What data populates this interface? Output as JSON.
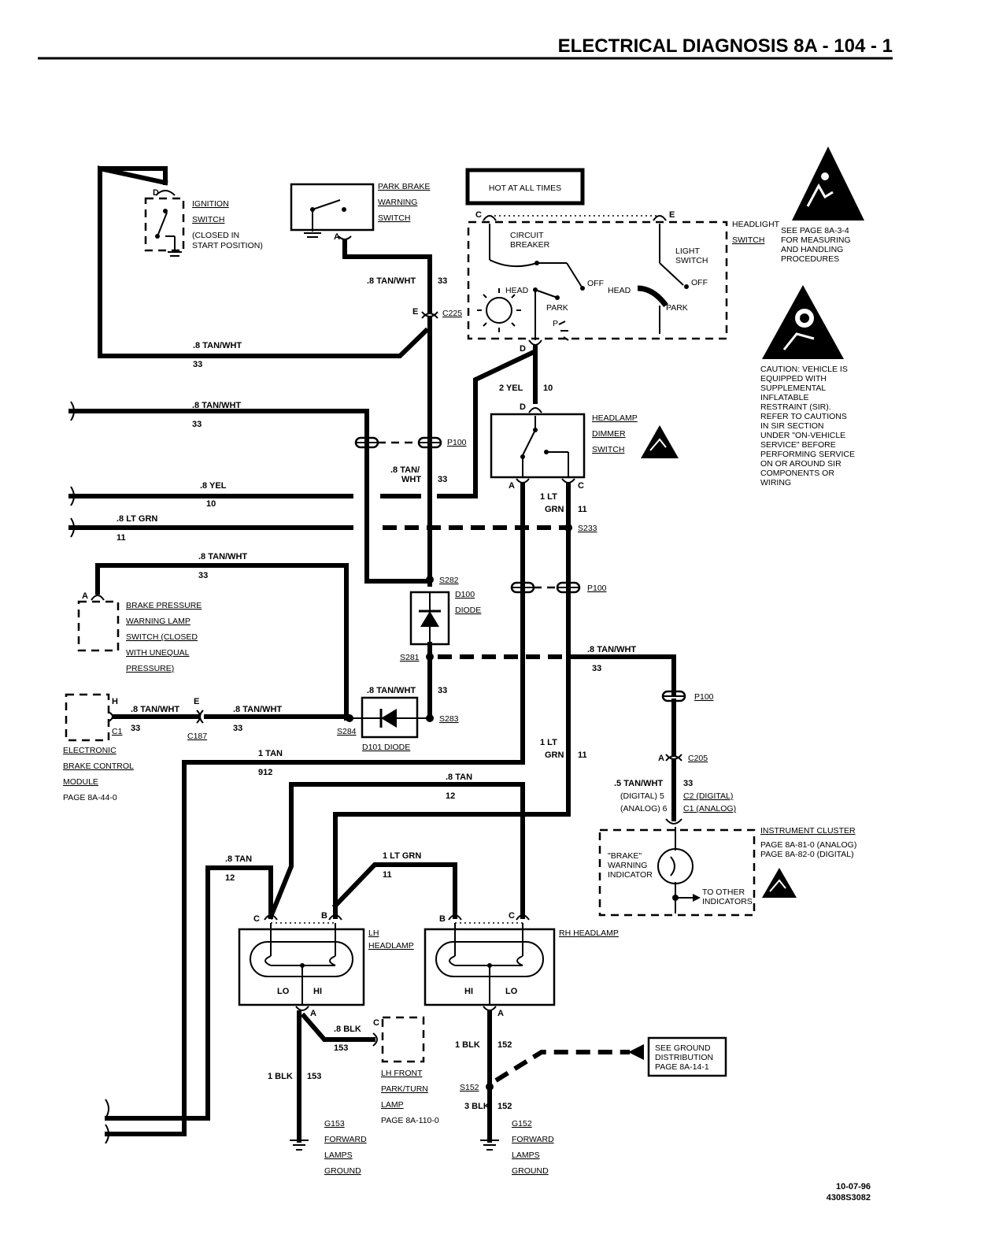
{
  "header": {
    "title": "ELECTRICAL DIAGNOSIS 8A - 104 - 1"
  },
  "hot_box": "HOT AT ALL TIMES",
  "components": {
    "ignition_switch": [
      "IGNITION",
      "SWITCH",
      "(CLOSED IN",
      "START POSITION)"
    ],
    "park_brake": [
      "PARK BRAKE",
      "WARNING",
      "SWITCH"
    ],
    "headlight_switch": [
      "HEADLIGHT",
      "SWITCH"
    ],
    "circuit_breaker": [
      "CIRCUIT",
      "BREAKER"
    ],
    "light_switch": [
      "LIGHT",
      "SWITCH"
    ],
    "dimmer": [
      "HEADLAMP",
      "DIMMER",
      "SWITCH"
    ],
    "diode_d100": [
      "D100",
      "DIODE"
    ],
    "diode_d101": "D101 DIODE",
    "brake_pressure": [
      "BRAKE PRESSURE",
      "WARNING LAMP",
      "SWITCH (CLOSED",
      "WITH UNEQUAL",
      "PRESSURE)"
    ],
    "ebcm": [
      "ELECTRONIC",
      "BRAKE CONTROL",
      "MODULE",
      "PAGE 8A-44-0"
    ],
    "instrument_cluster": [
      "INSTRUMENT CLUSTER",
      "PAGE 8A-81-0 (ANALOG)",
      "PAGE 8A-82-0 (DIGITAL)"
    ],
    "brake_indicator": [
      "\"BRAKE\"",
      "WARNING",
      "INDICATOR"
    ],
    "other_indicators": [
      "TO OTHER",
      "INDICATORS"
    ],
    "lh_headlamp": [
      "LH",
      "HEADLAMP"
    ],
    "rh_headlamp": "RH HEADLAMP",
    "lh_park": [
      "LH FRONT",
      "PARK/TURN",
      "LAMP",
      "PAGE 8A-110-0"
    ],
    "g153": [
      "G153",
      "FORWARD",
      "LAMPS",
      "GROUND"
    ],
    "g152": [
      "G152",
      "FORWARD",
      "LAMPS",
      "GROUND"
    ],
    "ground_dist": [
      "SEE GROUND",
      "DISTRIBUTION",
      "PAGE 8A-14-1"
    ]
  },
  "notes": {
    "esd": [
      "SEE PAGE 8A-3-4",
      "FOR MEASURING",
      "AND HANDLING",
      "PROCEDURES"
    ],
    "sir": [
      "CAUTION: VEHICLE IS",
      "EQUIPPED WITH",
      "SUPPLEMENTAL",
      "INFLATABLE",
      "RESTRAINT (SIR).",
      "REFER TO CAUTIONS",
      "IN SIR SECTION",
      "UNDER \"ON-VEHICLE",
      "SERVICE\" BEFORE",
      "PERFORMING SERVICE",
      "ON OR AROUND SIR",
      "COMPONENTS OR",
      "WIRING"
    ]
  },
  "labels": {
    "off": "OFF",
    "head": "HEAD",
    "park": "PARK",
    "p": "P",
    "lo": "LO",
    "hi": "HI",
    "pin_a": "A",
    "pin_b": "B",
    "pin_c": "C",
    "pin_d": "D",
    "pin_e": "E",
    "pin_h": "H",
    "c1": "C1",
    "c2_digital": "C2 (DIGITAL)",
    "c1_analog": "C1 (ANALOG)",
    "digital5": "(DIGITAL) 5",
    "analog6": "(ANALOG) 6"
  },
  "connectors": {
    "c225": "C225",
    "p100": "P100",
    "s233": "S233",
    "s282": "S282",
    "s281": "S281",
    "s283": "S283",
    "s284": "S284",
    "c187": "C187",
    "c205": "C205",
    "s152": "S152"
  },
  "wires": {
    "tan_wht_8": ".8 TAN/WHT",
    "tan_wht_8a": ".8 TAN/",
    "wht": "WHT",
    "c33": "33",
    "yel_8": ".8 YEL",
    "c10": "10",
    "ltgrn_8": ".8 LT GRN",
    "c11": "11",
    "yel_2": "2 YEL",
    "ltgrn_1a": "1 LT",
    "grn": "GRN",
    "tan_1": "1 TAN",
    "c912": "912",
    "tan_8": ".8 TAN",
    "c12": "12",
    "ltgrn_1": "1 LT GRN",
    "blk_8": ".8 BLK",
    "c153": "153",
    "blk_1": "1 BLK",
    "c152": "152",
    "blk_3": "3 BLK",
    "tan_wht_5": ".5 TAN/WHT"
  },
  "footer": {
    "date": "10-07-96",
    "code": "4308S3082"
  }
}
